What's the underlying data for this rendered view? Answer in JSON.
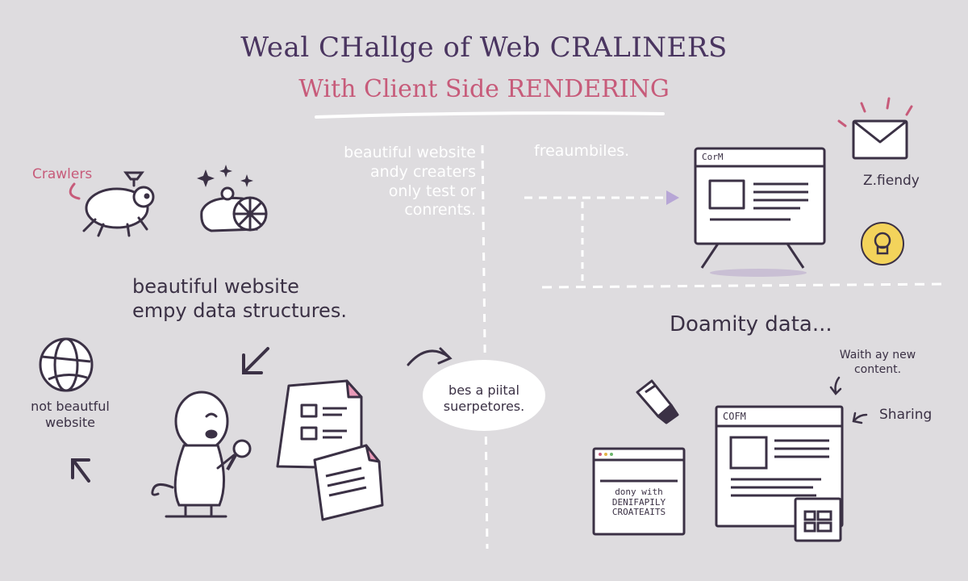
{
  "title": "Weal CHallge of Web CRALINERS",
  "subtitle": "With Client Side RENDERING",
  "left": {
    "crawlers_label": "Crawlers",
    "cloud_text": "beautiful website\nandy creaters\nonly test or\nconrents.",
    "empty_text": "beautiful website\nempy data structures.",
    "not_beautiful": "not beautful\nwebsite"
  },
  "right": {
    "freaumbiles": "freaumbiles.",
    "window_top_label": "CorM",
    "friendly_label": "Z.fiendy",
    "doamity": "Doamity data...",
    "waith": "Waith ay new\ncontent.",
    "sharing": "Sharing",
    "window_bottom_label": "COFM",
    "small_window_text": "dony with\nDENIFAPILY\nCROATEAITS"
  },
  "middle": {
    "bubble_text": "bes a piital\nsuerpetores."
  },
  "colors": {
    "background": "#dedcdf",
    "ink": "#3b3145",
    "title": "#4a3560",
    "accent_pink": "#c75b7a",
    "accent_purple": "#b7a6d6",
    "bulb": "#f3d35b"
  },
  "icons": [
    "envelope-icon",
    "lightbulb-icon",
    "globe-icon",
    "magnifier-icon",
    "glue-bottle-icon",
    "document-icon",
    "browser-window-icon"
  ]
}
